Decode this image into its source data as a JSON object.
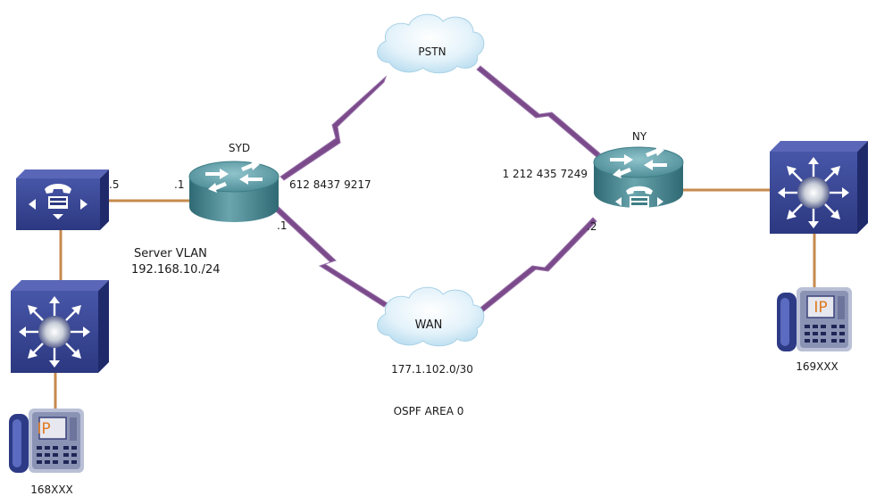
{
  "clouds": {
    "pstn": "PSTN",
    "wan": "WAN"
  },
  "routers": {
    "syd": "SYD",
    "ny": "NY"
  },
  "labels": {
    "syd_number": "612 8437 9217",
    "ny_number": "1 212 435 7249",
    "cm_if": ".5",
    "syd_lan_if": ".1",
    "syd_wan_if": ".1",
    "ny_wan_if": ".2",
    "server_vlan_line1": "Server VLAN",
    "server_vlan_line2": "192.168.10./24",
    "wan_subnet": "177.1.102.0/30",
    "ospf_area": "OSPF AREA 0",
    "left_phone_ext": "168XXX",
    "right_phone_ext": "169XXX",
    "ip_phone_badge": "IP"
  },
  "colors": {
    "device_blue": "#2f3d8a",
    "device_blue_light": "#4a5ab0",
    "router_teal": "#3e7d86",
    "ethernet_link": "#c58a4e",
    "serial_link": "#7b4a8a",
    "cloud_fill": "#d9eef8"
  }
}
